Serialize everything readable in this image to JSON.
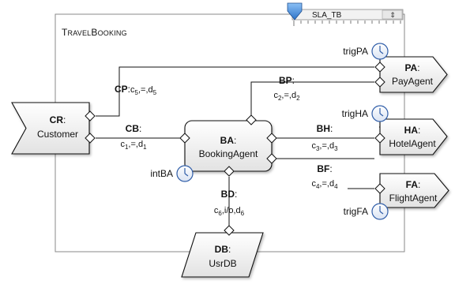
{
  "module": {
    "name_lead": "T",
    "name_rest_1": "RAVEL",
    "name_mid": "B",
    "name_rest_2": "OOKING"
  },
  "sla_selector": {
    "value": "SLA_TB",
    "stepper": "⇕"
  },
  "nodes": {
    "CR": {
      "id": "CR",
      "sep": ":",
      "name": "Customer"
    },
    "BA": {
      "id": "BA",
      "sep": ":",
      "name": "BookingAgent"
    },
    "PA": {
      "id": "PA",
      "sep": ":",
      "name": "PayAgent"
    },
    "HA": {
      "id": "HA",
      "sep": ":",
      "name": "HotelAgent"
    },
    "FA": {
      "id": "FA",
      "sep": ":",
      "name": "FlightAgent"
    },
    "DB": {
      "id": "DB",
      "sep": ":",
      "name": "UsrDB"
    }
  },
  "wires": {
    "CP": {
      "id": "CP",
      "sep": ":",
      "c": "c",
      "c_sub": "5",
      "rest": ",=,",
      "d": "d",
      "d_sub": "5"
    },
    "CB": {
      "id": "CB",
      "sep": ":",
      "c": "c",
      "c_sub": "1",
      "rest": ",=,",
      "d": "d",
      "d_sub": "1"
    },
    "BP": {
      "id": "BP",
      "sep": ":",
      "c": "c",
      "c_sub": "2",
      "rest": ",=,",
      "d": "d",
      "d_sub": "2"
    },
    "BH": {
      "id": "BH",
      "sep": ":",
      "c": "c",
      "c_sub": "3",
      "rest": ",=,",
      "d": "d",
      "d_sub": "3"
    },
    "BF": {
      "id": "BF",
      "sep": ":",
      "c": "c",
      "c_sub": "4",
      "rest": ",=,",
      "d": "d",
      "d_sub": "4"
    },
    "BD": {
      "id": "BD",
      "sep": ":",
      "c": "c",
      "c_sub": "6",
      "rest": ",i/o,",
      "d": "d",
      "d_sub": "6"
    }
  },
  "triggers": {
    "trigPA": "trigPA",
    "trigHA": "trigHA",
    "trigFA": "trigFA",
    "intBA": "intBA"
  },
  "icons": {
    "timer": "clock-icon",
    "slider_thumb": "slider-thumb-icon",
    "interface": "diamond-interface-icon"
  },
  "colors": {
    "frame": "#8a8a8a",
    "shape_stroke": "#111111",
    "shape_fill_top": "#ffffff",
    "shape_fill_bottom": "#e4e4e4",
    "clock_blue": "#2f5da8",
    "thumb_blue": "#3b82d6"
  }
}
